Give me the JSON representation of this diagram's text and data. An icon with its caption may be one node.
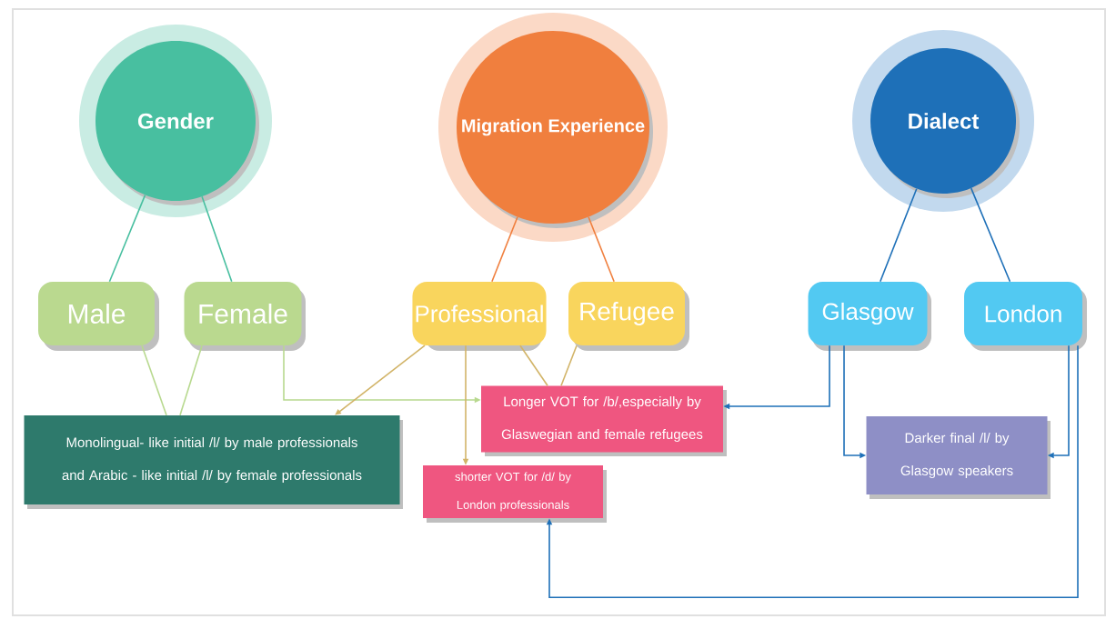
{
  "diagram": {
    "nodes": [
      {
        "text": [
          "Gender"
        ]
      },
      {
        "text": [
          "Migration Experience"
        ]
      },
      {
        "text": [
          "Dialect"
        ]
      },
      {
        "text": [
          "Male"
        ]
      },
      {
        "text": [
          "Female"
        ]
      },
      {
        "text": [
          "Professional"
        ]
      },
      {
        "text": [
          "Refugee"
        ]
      },
      {
        "text": [
          "Glasgow"
        ]
      },
      {
        "text": [
          "London"
        ]
      },
      {
        "text": [
          "Monolingual- like initial /l/ by male professionals and Arabic - like initial /l/ by female professionals"
        ]
      },
      {
        "text": [
          "Longer VOT for /b/,especially by Glaswegian and female refugees"
        ]
      },
      {
        "text": [
          "shorter VOT for /d/ by London professionals"
        ]
      },
      {
        "text": [
          "Darker final /l/ by Glasgow speakers"
        ]
      }
    ],
    "edges": [
      {
        "from": 0,
        "to": 3,
        "arrow": "none",
        "color": "#48bfa0"
      },
      {
        "from": 0,
        "to": 4,
        "arrow": "none",
        "color": "#48bfa0"
      },
      {
        "from": 1,
        "to": 5,
        "arrow": "none",
        "color": "#f07f3e"
      },
      {
        "from": 1,
        "to": 6,
        "arrow": "none",
        "color": "#f07f3e"
      },
      {
        "from": 2,
        "to": 7,
        "arrow": "none",
        "color": "#1e70b8"
      },
      {
        "from": 2,
        "to": 8,
        "arrow": "none",
        "color": "#1e70b8"
      },
      {
        "from": 3,
        "to": 9,
        "arrow": "none",
        "color": "#b8d98f"
      },
      {
        "from": 4,
        "to": 9,
        "arrow": "none",
        "color": "#b8d98f"
      },
      {
        "from": 4,
        "to": 10,
        "arrow": "to",
        "color": "#b8d98f"
      },
      {
        "from": 5,
        "to": 9,
        "arrow": "to",
        "color": "#d2b468"
      },
      {
        "from": 5,
        "to": 11,
        "arrow": "to",
        "color": "#d2b468"
      },
      {
        "from": 5,
        "to": 10,
        "arrow": "none",
        "color": "#d2b468"
      },
      {
        "from": 6,
        "to": 10,
        "arrow": "none",
        "color": "#d2b468"
      },
      {
        "from": 7,
        "to": 10,
        "arrow": "to",
        "color": "#1e70b8"
      },
      {
        "from": 7,
        "to": 12,
        "arrow": "to",
        "color": "#1e70b8"
      },
      {
        "from": 8,
        "to": 12,
        "arrow": "to",
        "color": "#1e70b8"
      },
      {
        "from": 8,
        "to": 11,
        "arrow": "to",
        "color": "#1e70b8"
      }
    ]
  }
}
